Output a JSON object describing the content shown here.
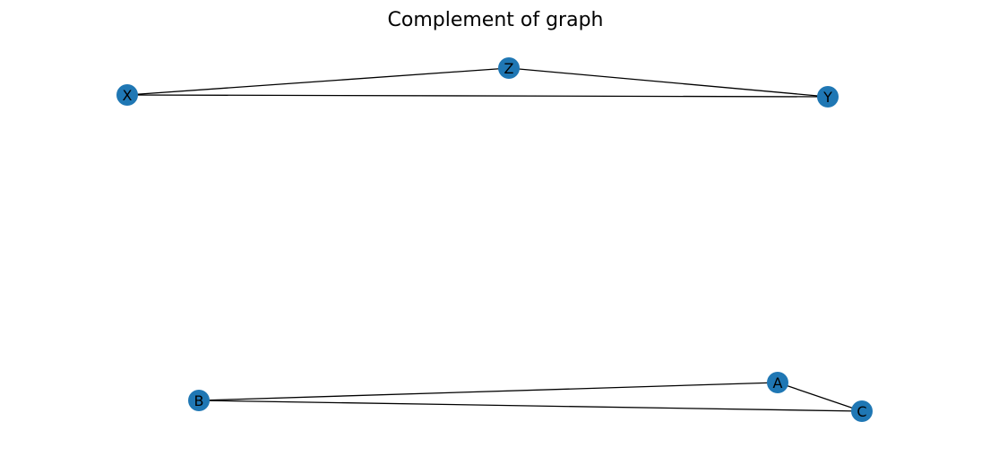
{
  "title": "Complement of graph",
  "style": {
    "node_color": "#1f77b4",
    "edge_color": "#000000",
    "label_color": "#000000"
  },
  "nodes": [
    {
      "id": "X",
      "label": "X"
    },
    {
      "id": "Z",
      "label": "Z"
    },
    {
      "id": "Y",
      "label": "Y"
    },
    {
      "id": "B",
      "label": "B"
    },
    {
      "id": "A",
      "label": "A"
    },
    {
      "id": "C",
      "label": "C"
    }
  ],
  "edges": [
    {
      "source": "X",
      "target": "Z"
    },
    {
      "source": "X",
      "target": "Y"
    },
    {
      "source": "Z",
      "target": "Y"
    },
    {
      "source": "B",
      "target": "A"
    },
    {
      "source": "B",
      "target": "C"
    },
    {
      "source": "A",
      "target": "C"
    }
  ]
}
